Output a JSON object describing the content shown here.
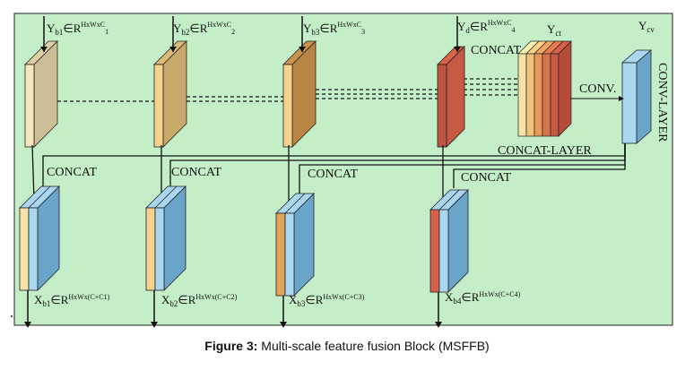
{
  "figure": {
    "caption_number": "Figure 3:",
    "caption_text": "Multi-scale feature fusion Block (MSFFB)",
    "background_color": "#c4eec8"
  },
  "inputs": [
    {
      "main": "Y",
      "sub": "b1",
      "rel": "∈R",
      "sup": "HxWxC",
      "supsub": "1",
      "color": "#cbbd95"
    },
    {
      "main": "Y",
      "sub": "b2",
      "rel": "∈R",
      "sup": "HxWxC",
      "supsub": "2",
      "color": "#c9a86b"
    },
    {
      "main": "Y",
      "sub": "b3",
      "rel": "∈R",
      "sup": "HxWxC",
      "supsub": "3",
      "color": "#b88545"
    },
    {
      "main": "Y",
      "sub": "d",
      "rel": "∈R",
      "sup": "HxWxC",
      "supsub": "4",
      "color": "#c85a45"
    }
  ],
  "outputs": [
    {
      "main": "X",
      "sub": "b1",
      "rel": "∈R",
      "sup": "HxWx(C+C1)"
    },
    {
      "main": "X",
      "sub": "b2",
      "rel": "∈R",
      "sup": "HxWx(C+C2)"
    },
    {
      "main": "X",
      "sub": "b3",
      "rel": "∈R",
      "sup": "HxWx(C+C3)"
    },
    {
      "main": "X",
      "sub": "b4",
      "rel": "∈R",
      "sup": "HxWx(C+C4)"
    }
  ],
  "labels": {
    "concat": "CONCAT",
    "concat_layer": "CONCAT-LAYER",
    "conv": "CONV.",
    "conv_layer": "CONV-LAYER",
    "yct_main": "Y",
    "yct_sub": "ct",
    "ycv_main": "Y",
    "ycv_sub": "cv"
  },
  "colors": {
    "cream": "#f7e3a8",
    "blue": "#6aa4c8",
    "blue_light": "#a9d6f0",
    "concat_stack": [
      "#f7e3a8",
      "#f0c27a",
      "#e59a5a",
      "#d8744a",
      "#c85a45"
    ]
  }
}
